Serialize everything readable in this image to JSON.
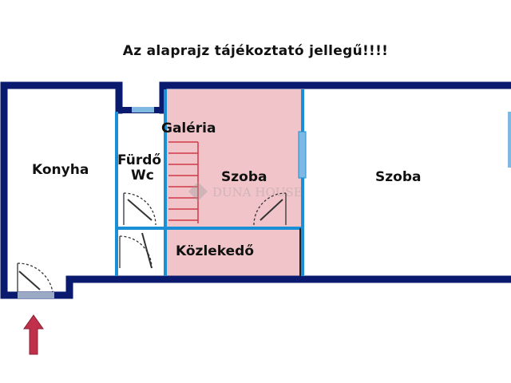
{
  "title": "Az alaprajz tájékoztató jellegű!!!!",
  "watermark": "DUNA HOUSE",
  "rooms": {
    "konyha": "Konyha",
    "furdo": "Fürdő",
    "wc": "Wc",
    "galeria": "Galéria",
    "szoba_left": "Szoba",
    "szoba_right": "Szoba",
    "kozlekedo": "Közlekedő"
  },
  "icons": {
    "entrance": "up-arrow-icon",
    "stairs": "stairs-icon",
    "logo": "house-logo-icon"
  },
  "colors": {
    "wall": "#0a1a6e",
    "partition": "#1b8fd6",
    "highlight": "#f0c4c8",
    "stairs": "#d03a48",
    "arrow": "#c0304a",
    "window": "#7fb8e0"
  }
}
